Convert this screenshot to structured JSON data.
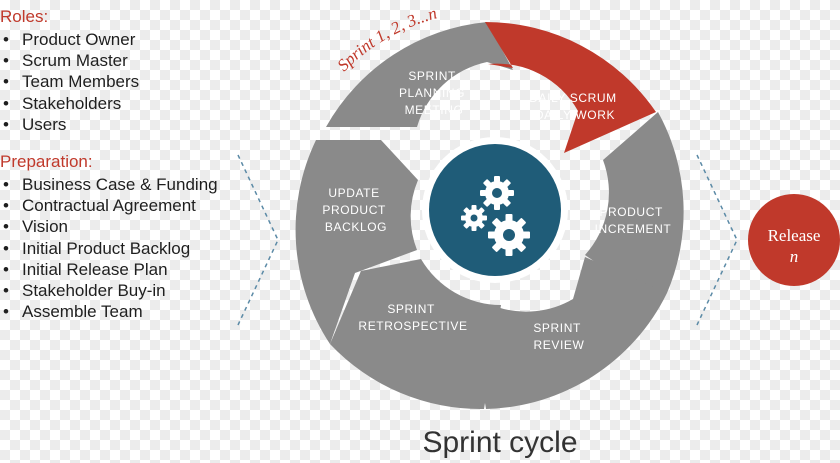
{
  "roles": {
    "title": "Roles:",
    "items": [
      "Product Owner",
      "Scrum Master",
      "Team Members",
      "Stakeholders",
      "Users"
    ]
  },
  "preparation": {
    "title": "Preparation:",
    "items": [
      "Business Case & Funding",
      "Contractual Agreement",
      "Vision",
      "Initial Product Backlog",
      "Initial Release Plan",
      "Stakeholder Buy-in",
      "Assemble Team"
    ]
  },
  "cycle": {
    "arc_label": "Sprint 1, 2, 3...n",
    "title": "Sprint cycle",
    "segments": {
      "planning": [
        "SPRINT",
        "PLANNING",
        "MEETING"
      ],
      "daily": [
        "DAILY SCRUM",
        "DAILY WORK"
      ],
      "increment": [
        "PRODUCT",
        "INCREMENT"
      ],
      "review": [
        "SPRINT",
        "REVIEW"
      ],
      "retrospective": [
        "SPRINT",
        "RETROSPECTIVE"
      ],
      "backlog": [
        "UPDATE",
        "PRODUCT",
        "BACKLOG"
      ]
    }
  },
  "release": {
    "line1": "Release",
    "line2": "n"
  },
  "colors": {
    "accent": "#c0392b",
    "segment_gray": "#8c8c8c",
    "hub": "#1f5c78",
    "title": "#333333"
  }
}
